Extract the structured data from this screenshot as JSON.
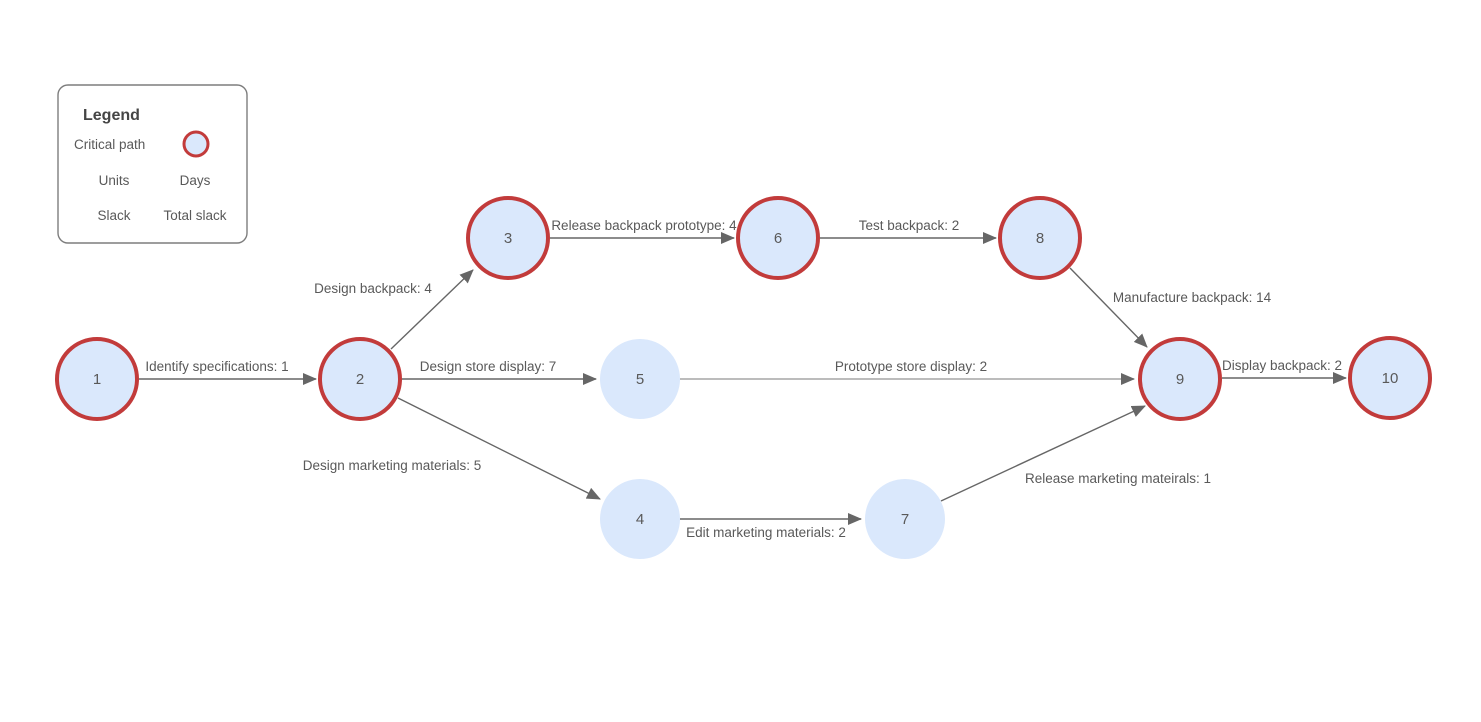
{
  "diagram": {
    "type": "pert-network-diagram",
    "units": "Days",
    "colors": {
      "node_fill": "#dae8fc",
      "critical_path_border": "#c23b3b",
      "edge": "#666666",
      "edge_light": "#a6a6a6",
      "text": "#595959"
    },
    "legend": {
      "title": "Legend",
      "critical_path_label": "Critical path",
      "units_label": "Units",
      "units_value": "Days",
      "slack_label": "Slack",
      "slack_value": "Total slack"
    },
    "nodes": [
      {
        "id": "1",
        "critical": true
      },
      {
        "id": "2",
        "critical": true
      },
      {
        "id": "3",
        "critical": true
      },
      {
        "id": "4",
        "critical": false
      },
      {
        "id": "5",
        "critical": false
      },
      {
        "id": "6",
        "critical": true
      },
      {
        "id": "7",
        "critical": false
      },
      {
        "id": "8",
        "critical": true
      },
      {
        "id": "9",
        "critical": true
      },
      {
        "id": "10",
        "critical": true
      }
    ],
    "edges": [
      {
        "from": "1",
        "to": "2",
        "label": "Identify specifications: 1"
      },
      {
        "from": "2",
        "to": "3",
        "label": "Design backpack: 4"
      },
      {
        "from": "2",
        "to": "5",
        "label": "Design store display: 7"
      },
      {
        "from": "2",
        "to": "4",
        "label": "Design marketing materials: 5"
      },
      {
        "from": "3",
        "to": "6",
        "label": "Release backpack prototype: 4"
      },
      {
        "from": "6",
        "to": "8",
        "label": "Test backpack: 2"
      },
      {
        "from": "8",
        "to": "9",
        "label": "Manufacture backpack: 14"
      },
      {
        "from": "5",
        "to": "9",
        "label": "Prototype store display: 2"
      },
      {
        "from": "4",
        "to": "7",
        "label": "Edit marketing materials: 2"
      },
      {
        "from": "7",
        "to": "9",
        "label": "Release marketing mateirals: 1"
      },
      {
        "from": "9",
        "to": "10",
        "label": "Display backpack: 2"
      }
    ]
  }
}
